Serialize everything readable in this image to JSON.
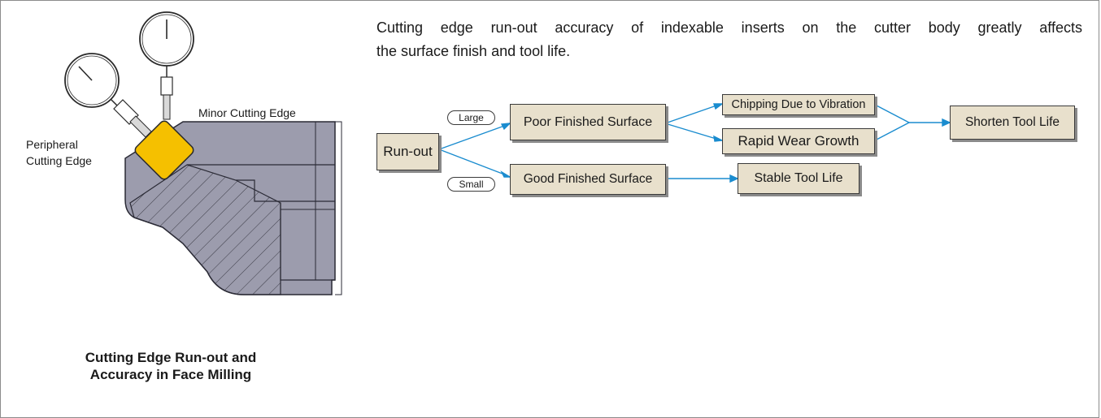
{
  "figure": {
    "label_minor_edge": "Minor Cutting Edge",
    "label_peripheral_edge_line1": "Peripheral",
    "label_peripheral_edge_line2": "Cutting Edge",
    "caption_line1": "Cutting Edge Run-out and",
    "caption_line2": "Accuracy in Face Milling"
  },
  "intro": {
    "line1": "Cutting edge run-out accuracy of indexable inserts on the cutter body greatly affects",
    "line2": "the surface finish and tool life."
  },
  "flow": {
    "runout": "Run-out",
    "large": "Large",
    "small": "Small",
    "poor_surface": "Poor Finished Surface",
    "good_surface": "Good Finished Surface",
    "chipping": "Chipping Due to Vibration",
    "rapid_wear": "Rapid Wear Growth",
    "stable_life": "Stable Tool Life",
    "shorten_life": "Shorten Tool Life"
  },
  "colors": {
    "arrow": "#1a8ccf",
    "box_fill": "#e8e0cc",
    "insert": "#f5c000",
    "body": "#9c9cad"
  }
}
